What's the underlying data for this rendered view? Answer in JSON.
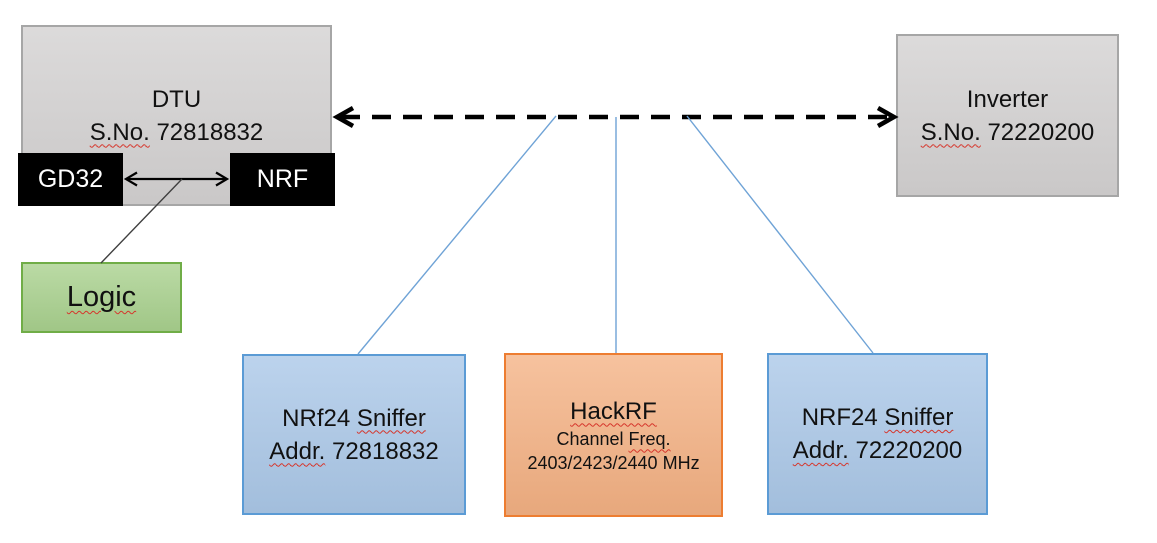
{
  "boxes": {
    "dtu": {
      "name_line": "DTU",
      "serial_label": "S.No.",
      "serial_number": " 72818832"
    },
    "gd32": {
      "label": "GD32"
    },
    "nrf": {
      "label": "NRF"
    },
    "logic": {
      "label": "Logic"
    },
    "inverter": {
      "name_line": "Inverter",
      "serial_label": "S.No.",
      "serial_number": " 72220200"
    },
    "sniffer_left": {
      "name_plain": "NRf24 ",
      "name_flagged": "Sniffer",
      "addr_label": "Addr.",
      "addr_number": " 72818832"
    },
    "hackrf": {
      "title": "HackRF",
      "channel_plain": "Channel ",
      "channel_flagged": "Freq.",
      "frequencies": "2403/2423/2440 MHz"
    },
    "sniffer_right": {
      "name_plain": "NRF24 ",
      "name_flagged": "Sniffer",
      "addr_label": "Addr.",
      "addr_number": " 72220200"
    }
  },
  "colors": {
    "box_gray_fill": "#d2d0d0",
    "box_gray_border": "#a6a6a6",
    "box_black": "#000000",
    "box_green_fill": "#a9d18e",
    "box_green_border": "#70ad47",
    "box_blue_fill": "#abc8e8",
    "box_blue_border": "#5b9bd5",
    "box_orange_fill": "#f4b183",
    "box_orange_border": "#ed7d31",
    "connector_blue": "#6fa3d6",
    "spellcheck_red": "#d6352b"
  }
}
